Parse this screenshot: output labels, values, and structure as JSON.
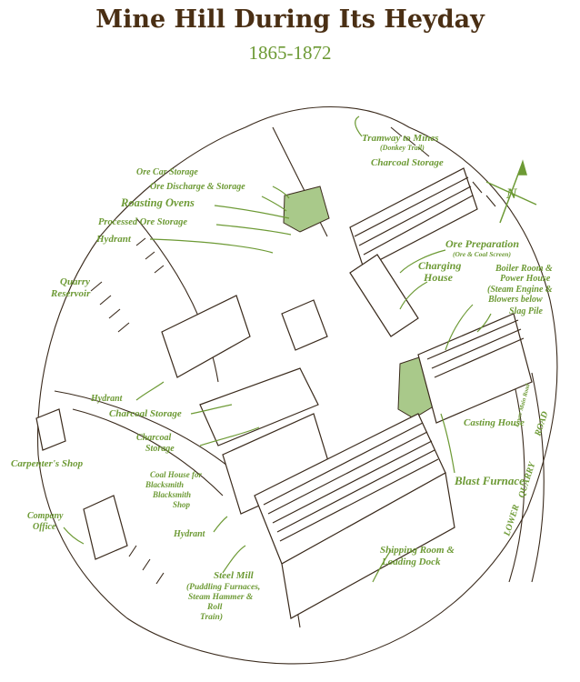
{
  "title": "Mine Hill During Its Heyday",
  "subtitle": "1865-1872",
  "colors": {
    "title": "#4a2f14",
    "accent": "#6d9a35",
    "ink": "#3a2a1c",
    "highlight": "#a9c98a"
  },
  "compass": {
    "letter": "N"
  },
  "labels": {
    "tramway": "Tramway to Mines",
    "tramway_sub": "(Donkey Trail)",
    "charcoal_storage_top": "Charcoal Storage",
    "ore_car_storage": "Ore Car Storage",
    "ore_discharge_storage": "Ore Discharge & Storage",
    "roasting_ovens": "Roasting Ovens",
    "processed_ore_storage": "Processed Ore Storage",
    "hydrant_top": "Hydrant",
    "ore_preparation": "Ore Preparation",
    "ore_preparation_sub": "(Ore & Coal Screen)",
    "quarry_reservoir_1": "Quarry",
    "quarry_reservoir_2": "Reservoir",
    "charging_house_1": "Charging",
    "charging_house_2": "House",
    "boiler_room_1": "Boiler Room &",
    "boiler_room_2": "Power House",
    "boiler_room_3": "(Steam Engine &",
    "boiler_room_4": "Blowers below",
    "slag_pile": "Slag Pile",
    "hydrant_mid": "Hydrant",
    "charcoal_storage_mid": "Charcoal Storage",
    "casting_house": "Casting House",
    "charcoal_storage_low_1": "Charcoal",
    "charcoal_storage_low_2": "Storage",
    "carpenters_shop": "Carpenter's Shop",
    "coal_house_1": "Coal House for",
    "coal_house_2": "Blacksmith",
    "coal_house_3": "Blacksmith",
    "coal_house_4": "Shop",
    "blast_furnace": "Blast Furnace",
    "company_office_1": "Company",
    "company_office_2": "Office",
    "hydrant_low": "Hydrant",
    "shipping_room_1": "Shipping Room &",
    "shipping_room_2": "Loading Dock",
    "steel_mill_1": "Steel Mill",
    "steel_mill_2": "(Puddling Furnaces,",
    "steel_mill_3": "Steam Hammer &",
    "steel_mill_4": "Roll",
    "steel_mill_5": "Train)",
    "road_1": "LOWER",
    "road_2": "QUARRY",
    "road_3": "ROAD",
    "road_4": "Lower Main Road"
  }
}
